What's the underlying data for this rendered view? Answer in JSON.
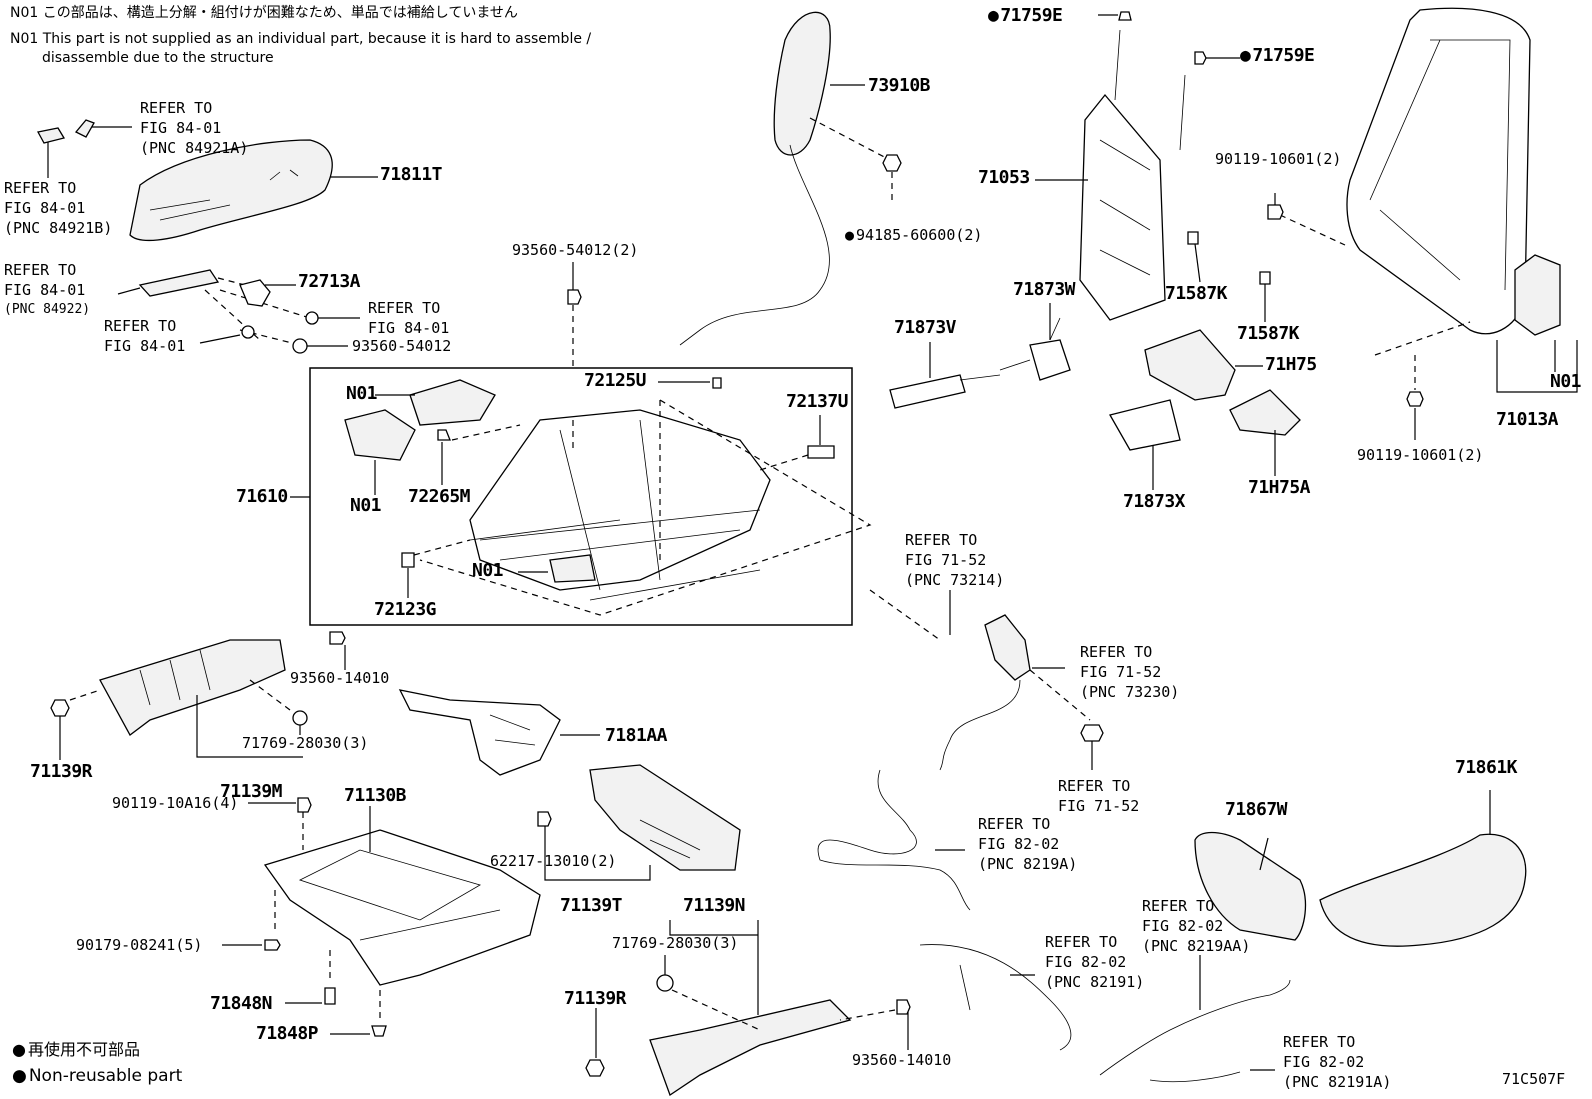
{
  "notes": {
    "n01_ja": "N01 この部品は、構造上分解・組付けが困難なため、単品では補給していません",
    "n01_en_1": "N01 This part is not supplied as an individual part, because it is hard to assemble /",
    "n01_en_2": "disassemble due to the structure"
  },
  "legend": {
    "ja": "再使用不可部品",
    "en": "Non-reusable part"
  },
  "figure_id": "71C507F",
  "labels": {
    "p73910B": "73910B",
    "p94185": "94185-60600(2)",
    "p71759E_top": "71759E",
    "p71759E_right": "71759E",
    "p71053": "71053",
    "p90119_top": "90119-10601(2)",
    "p71587K_a": "71587K",
    "p71587K_b": "71587K",
    "p71H75": "71H75",
    "p71873X": "71873X",
    "p71H75A": "71H75A",
    "pN01_right": "N01",
    "p71013A": "71013A",
    "p90119_bottom": "90119-10601(2)",
    "p71811T": "71811T",
    "p72713A": "72713A",
    "p93560_54012": "93560-54012",
    "p93560_54012_2": "93560-54012(2)",
    "p71873W": "71873W",
    "p71873V": "71873V",
    "p72125U": "72125U",
    "p72137U": "72137U",
    "pN01_a": "N01",
    "pN01_b": "N01",
    "pN01_c": "N01",
    "p72265M": "72265M",
    "p71610": "71610",
    "p72123G": "72123G",
    "p93560_14010_a": "93560-14010",
    "p71769_a": "71769-28030(3)",
    "p71139R_a": "71139R",
    "p71139M": "71139M",
    "p7181AA": "7181AA",
    "p90119_10A16": "90119-10A16(4)",
    "p71130B": "71130B",
    "p62217": "62217-13010(2)",
    "p71139T": "71139T",
    "p71139N": "71139N",
    "p71769_b": "71769-28030(3)",
    "p90179": "90179-08241(5)",
    "p71848N": "71848N",
    "p71848P": "71848P",
    "p71139R_b": "71139R",
    "p93560_14010_b": "93560-14010",
    "p71861K": "71861K",
    "p71867W": "71867W"
  },
  "refs": {
    "r1": [
      "REFER TO",
      "FIG 84-01",
      "(PNC 84921A)"
    ],
    "r2": [
      "REFER TO",
      "FIG 84-01",
      "(PNC 84921B)"
    ],
    "r3": [
      "REFER TO",
      "FIG 84-01",
      "(PNC 84922)"
    ],
    "r4": [
      "REFER TO",
      "FIG 84-01"
    ],
    "r5": [
      "REFER TO",
      "FIG 84-01"
    ],
    "r6": [
      "REFER TO",
      "FIG 71-52",
      "(PNC 73214)"
    ],
    "r7": [
      "REFER TO",
      "FIG 71-52",
      "(PNC 73230)"
    ],
    "r8": [
      "REFER TO",
      "FIG 71-52"
    ],
    "r9": [
      "REFER TO",
      "FIG 82-02",
      "(PNC 8219A)"
    ],
    "r10": [
      "REFER TO",
      "FIG 82-02",
      "(PNC 8219AA)"
    ],
    "r11": [
      "REFER TO",
      "FIG 82-02",
      "(PNC 82191)"
    ],
    "r12": [
      "REFER TO",
      "FIG 82-02",
      "(PNC 82191A)"
    ]
  }
}
